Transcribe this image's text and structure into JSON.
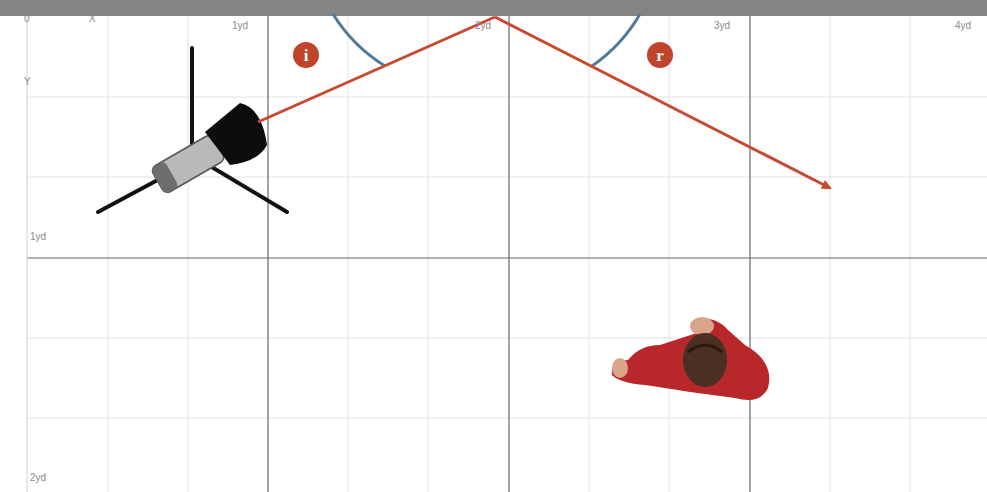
{
  "diagram": {
    "nodes": [
      {
        "text": [
          "i"
        ]
      },
      {
        "text": [
          "r"
        ]
      }
    ],
    "labels": [
      "0",
      "X",
      "1yd",
      "2yd",
      "3yd",
      "4yd",
      "Y",
      "1yd",
      "2yd"
    ]
  }
}
